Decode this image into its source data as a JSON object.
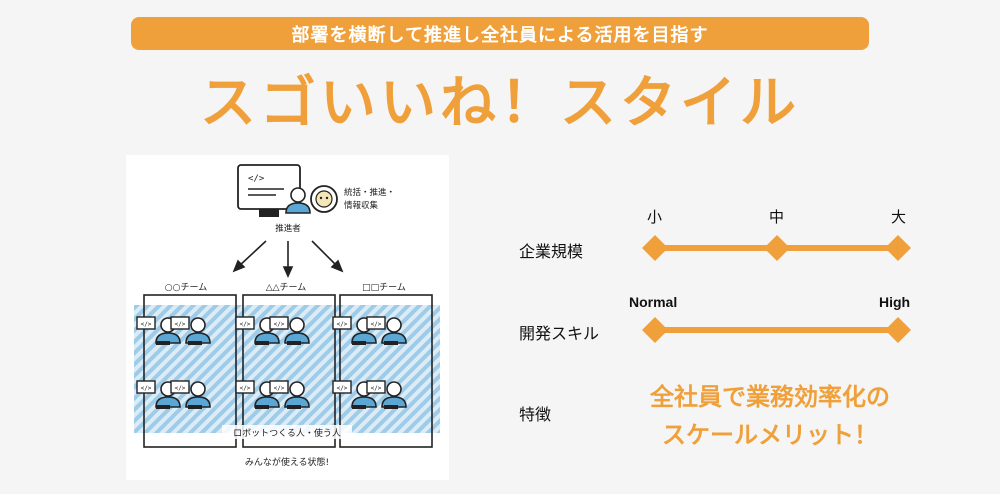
{
  "banner": {
    "text": "部署を横断して推進し全社員による活用を目指す"
  },
  "title": "スゴいいね！スタイル",
  "illustration": {
    "promoter_role": "統括・推進・情報収集",
    "promoter_role_line1": "統括・推進・",
    "promoter_role_line2": "情報収集",
    "promoter_label": "推進者",
    "teams": [
      "○○チーム",
      "△△チーム",
      "□□チーム"
    ],
    "caption_inner": "ロボットつくる人・使う人",
    "caption_bottom": "みんなが使える状態!"
  },
  "rows": {
    "company_size": {
      "label": "企業規模",
      "ticks": [
        "小",
        "中",
        "大"
      ],
      "level": 1.0
    },
    "dev_skill": {
      "label": "開発スキル",
      "ticks": [
        "Normal",
        "High"
      ],
      "level": 1.0
    },
    "feature": {
      "label": "特徴",
      "line1": "全社員で業務効率化の",
      "line2": "スケールメリット！"
    }
  },
  "colors": {
    "accent": "#f0a03a",
    "blue_stripe": "#9ecbe8",
    "person_blue": "#5aa7d6"
  }
}
